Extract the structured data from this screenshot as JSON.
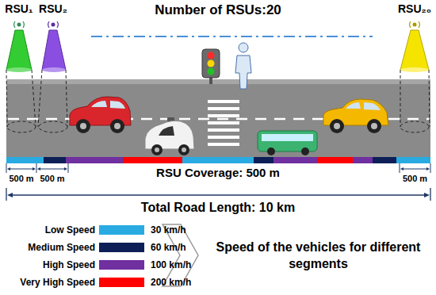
{
  "diagram": {
    "title": "Number of RSUs:20",
    "labels": [
      "RSU₁",
      "RSU₂",
      "RSU₂₀",
      "500 m",
      "500 m",
      "500 m",
      "RSU Coverage: 500 m",
      "Total Road Length: 10 km",
      "30 km/h",
      "60 km/h",
      "100 km/h",
      "200 km/h",
      "Speed of the vehicles for different segments"
    ],
    "legend": [
      {
        "text": "Low Speed",
        "color": "#29abe2"
      },
      {
        "text": "Medium Speed",
        "color": "#0d1f56"
      },
      {
        "text": "High Speed",
        "color": "#7030a0"
      },
      {
        "text": "Very High Speed",
        "color": "#ff0000"
      }
    ]
  }
}
